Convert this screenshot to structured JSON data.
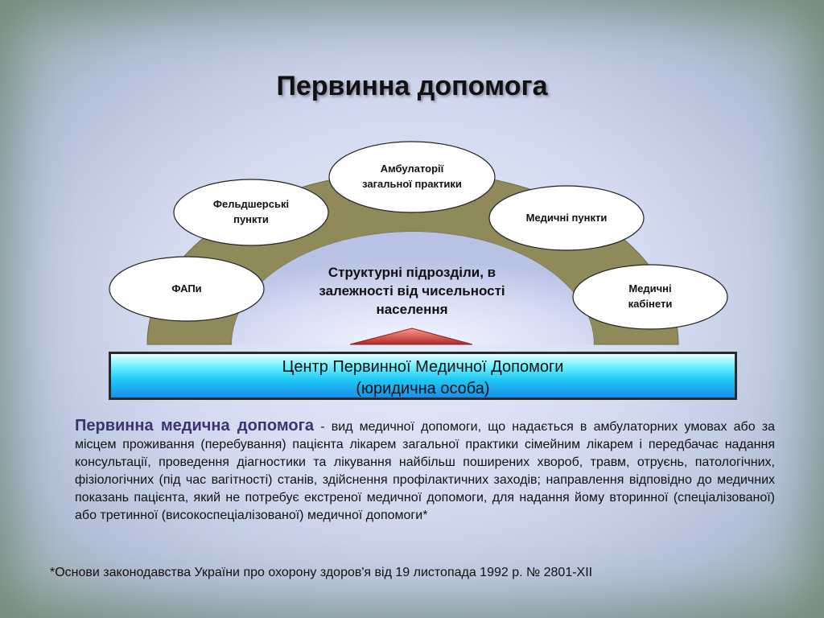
{
  "title": "Первинна допомога",
  "diagram": {
    "ellipses": [
      {
        "id": "fapy",
        "label": "ФАПи"
      },
      {
        "id": "feldsher",
        "label": "Фельдшерські пункти"
      },
      {
        "id": "ambulatory",
        "label": "Амбулаторії загальної практики"
      },
      {
        "id": "med-points",
        "label": "Медичні пункти"
      },
      {
        "id": "med-cabinets",
        "label": "Медичні кабінети"
      }
    ],
    "center_text": "Структурні підрозділи, в залежності від чисельності населення",
    "center_box": {
      "line1": "Центр Первинної Медичної Допомоги",
      "line2": "(юридична особа)"
    },
    "colors": {
      "arc": "#908a5a",
      "arrow": "#c03a3a",
      "box_gradient": [
        "#6ff0ff",
        "#1a8ee8"
      ]
    }
  },
  "definition": {
    "term": "Первинна медична допомога",
    "text": " - вид медичної допомоги, що надається в амбулаторних умовах або за місцем проживання (перебування) пацієнта лікарем загальної практики сімейним лікарем і передбачає надання консультації, проведення діагностики та лікування найбільш поширених хвороб, травм, отруєнь, патологічних, фізіологічних (під час вагітності) станів, здійснення профілактичних заходів; направлення відповідно до медичних показань пацієнта, який не потребує екстреної медичної допомоги, для надання йому вторинної (спеціалізованої) або третинної (високоспеціалізованої) медичної допомоги*"
  },
  "footnote": "*Основи законодавства України про охорону здоров'я від 19 листопада 1992 р. № 2801-XII"
}
